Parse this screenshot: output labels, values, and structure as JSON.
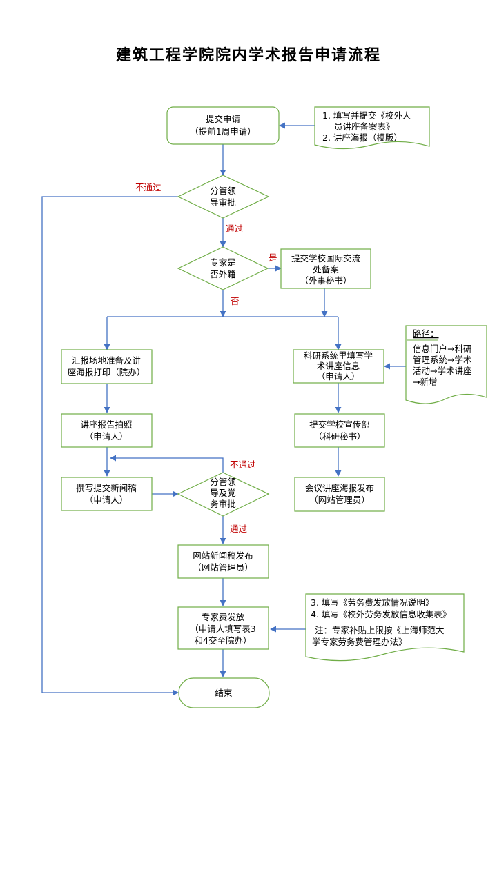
{
  "title": "建筑工程学院院内学术报告申请流程",
  "nodes": {
    "submit": [
      "提交申请",
      "（提前1周申请）"
    ],
    "leader_approval": [
      "分管领",
      "导审批"
    ],
    "foreign_check": [
      "专家是",
      "否外籍"
    ],
    "intl_filing": [
      "提交学校国际交流",
      "处备案",
      "（外事秘书）"
    ],
    "venue_prep": [
      "汇报场地准备及讲",
      "座海报打印（院办）"
    ],
    "system_fill": [
      "科研系统里填写学",
      "术讲座信息",
      "（申请人）"
    ],
    "photo": [
      "讲座报告拍照",
      "（申请人）"
    ],
    "publicity": [
      "提交学校宣传部",
      "（科研秘书）"
    ],
    "news_write": [
      "撰写提交新闻稿",
      "（申请人）"
    ],
    "leader_party_approval": [
      "分管领",
      "导及党",
      "务审批"
    ],
    "poster_publish": [
      "会议讲座海报发布",
      "（网站管理员）"
    ],
    "news_publish": [
      "网站新闻稿发布",
      "（网站管理员）"
    ],
    "fee": [
      "专家费发放",
      "（申请人填写表3",
      "和4交至院办）"
    ],
    "end": [
      "结束"
    ]
  },
  "notes": {
    "doc1": [
      "1.  填写并提交《校外人",
      "员讲座备案表》",
      "2.  讲座海报（模版）"
    ],
    "path": [
      "路径：",
      "信息门户→科研",
      "管理系统→学术",
      "活动→学术讲座",
      "→新增"
    ],
    "doc2": [
      "3. 填写《劳务费发放情况说明》",
      "4. 填写《校外劳务发放信息收集表》",
      "注：专家补贴上限按《上海师范大",
      "学专家劳务费管理办法》"
    ]
  },
  "edge_labels": {
    "reject1": "不通过",
    "pass1": "通过",
    "yes": "是",
    "no": "否",
    "reject2": "不通过",
    "pass2": "通过"
  },
  "colors": {
    "box_border": "#70ad47",
    "connector": "#4472c4",
    "label_red": "#c00000"
  }
}
